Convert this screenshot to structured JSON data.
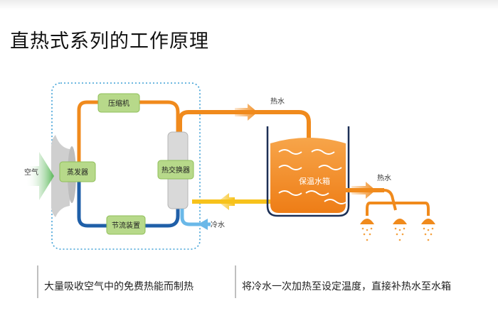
{
  "page_title": "直热式系列的工作原理",
  "diagram": {
    "air_label": "空气",
    "compressor_label": "压缩机",
    "evaporator_label": "蒸发器",
    "heat_exchanger_label": "热交换器",
    "throttle_label": "节流装置",
    "hot_water_top_label": "热水",
    "hot_water_right_label": "热水",
    "cold_water_label": "冷水",
    "tank_label": "保温水箱"
  },
  "captions": {
    "left": "大量吸收空气中的免费热能而制热",
    "right": "将冷水一次加热至设定温度，直接补热水至水箱"
  },
  "colors": {
    "pipe_orange": "#f08a1c",
    "pipe_blue": "#1f5fa8",
    "pipe_yellow": "#f7c21b",
    "cold_blue": "#6ab8e8",
    "box_green": "#b7d98a",
    "air_green": "#5bb85a",
    "dotted_border": "#3fa0d6"
  }
}
